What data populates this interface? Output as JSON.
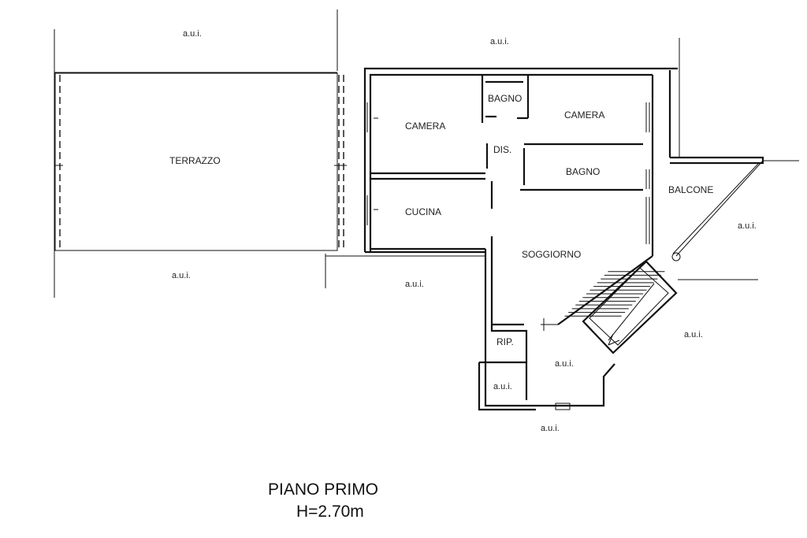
{
  "rooms": {
    "camera_1": "CAMERA",
    "bagno_1": "BAGNO",
    "camera_2": "CAMERA",
    "dis": "DIS.",
    "bagno_2": "BAGNO",
    "cucina": "CUCINA",
    "soggiorno": "SOGGIORNO",
    "terrazzo": "TERRAZZO",
    "balcone": "BALCONE",
    "rip": "RIP."
  },
  "aui_labels": [
    "a.u.i.",
    "a.u.i.",
    "a.u.i.",
    "a.u.i.",
    "a.u.i.",
    "a.u.i.",
    "a.u.i.",
    "a.u.i.",
    "a.u.i."
  ],
  "footer": {
    "floor_name": "PIANO PRIMO",
    "height": "H=2.70m"
  }
}
